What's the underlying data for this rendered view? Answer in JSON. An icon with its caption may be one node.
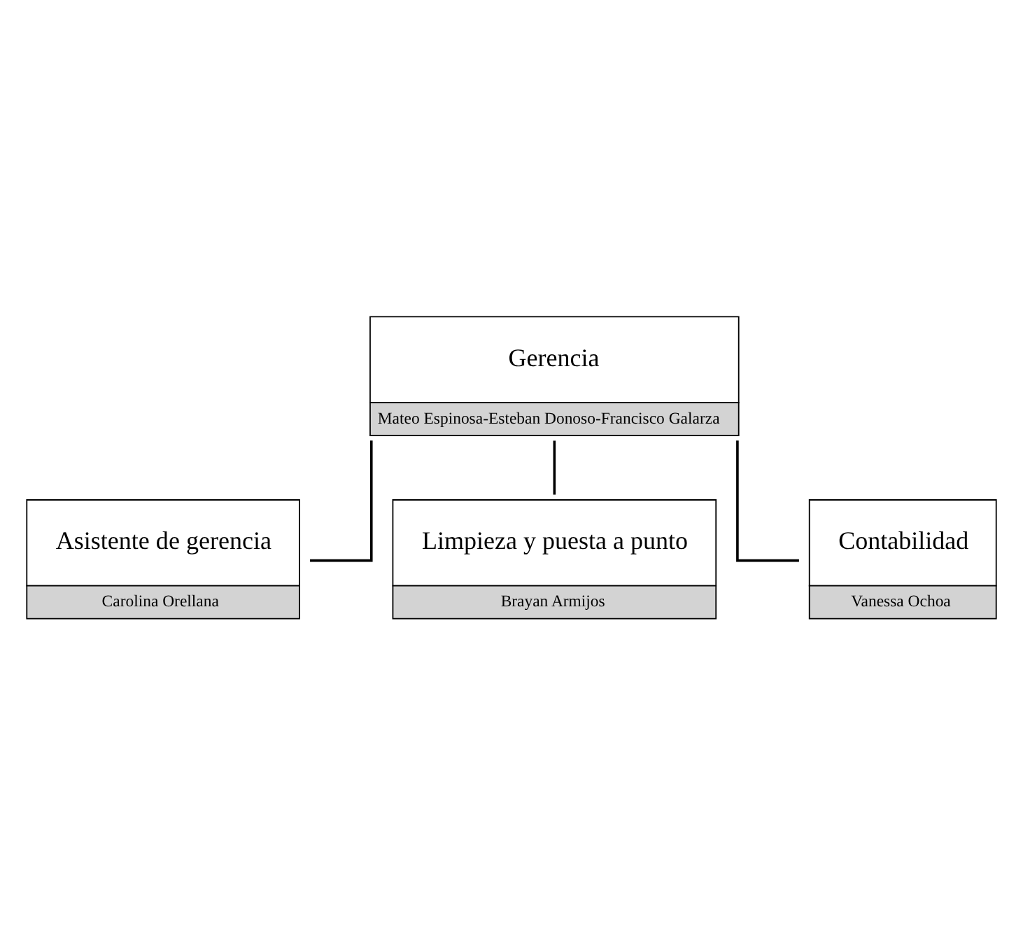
{
  "diagram": {
    "nodes": [
      {
        "text": [
          "Gerencia",
          "Mateo Espinosa-Esteban Donoso-Francisco Galarza"
        ]
      },
      {
        "text": [
          "Asistente de gerencia",
          "Carolina Orellana"
        ]
      },
      {
        "text": [
          "Limpieza y puesta a punto",
          "Brayan Armijos"
        ]
      },
      {
        "text": [
          "Contabilidad",
          "Vanessa Ochoa"
        ]
      }
    ],
    "edges": [
      {
        "from": 0,
        "to": 1,
        "arrow": "none"
      },
      {
        "from": 0,
        "to": 2,
        "arrow": "none"
      },
      {
        "from": 0,
        "to": 3,
        "arrow": "none"
      }
    ]
  }
}
